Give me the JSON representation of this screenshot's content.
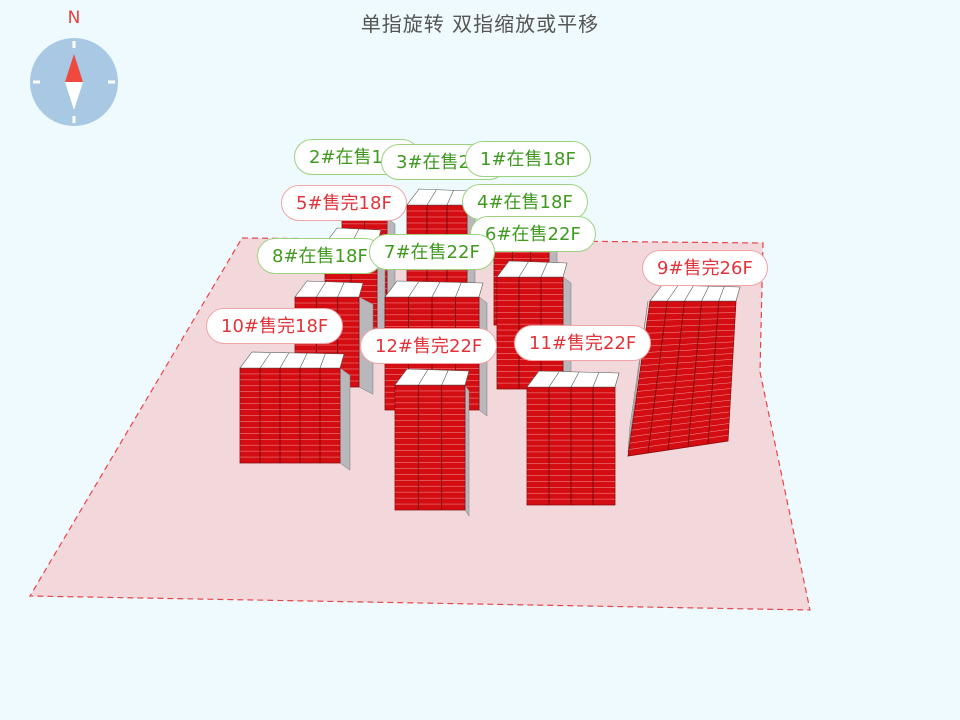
{
  "hint": "单指旋转 双指缩放或平移",
  "compass": {
    "north": "N",
    "colors": {
      "disc": "#a9c8e4",
      "north": "#f04a3e",
      "south": "#ffffff"
    }
  },
  "colors": {
    "background": "#eefafd",
    "site": "#f2d8db",
    "site_border": "#e8454a",
    "facade": "#d40d12",
    "roof": "#ffffff",
    "on_sale": "#3f9a1f",
    "sold_out": "#e0333a"
  },
  "buildings": [
    {
      "id": "building-2",
      "label": "2#在售18F",
      "status": "on_sale"
    },
    {
      "id": "building-3",
      "label": "3#在售22F",
      "status": "on_sale"
    },
    {
      "id": "building-1",
      "label": "1#在售18F",
      "status": "on_sale"
    },
    {
      "id": "building-5",
      "label": "5#售完18F",
      "status": "sold_out"
    },
    {
      "id": "building-4",
      "label": "4#在售18F",
      "status": "on_sale"
    },
    {
      "id": "building-6",
      "label": "6#在售22F",
      "status": "on_sale"
    },
    {
      "id": "building-8",
      "label": "8#在售18F",
      "status": "on_sale"
    },
    {
      "id": "building-7",
      "label": "7#在售22F",
      "status": "on_sale"
    },
    {
      "id": "building-9",
      "label": "9#售完26F",
      "status": "sold_out"
    },
    {
      "id": "building-10",
      "label": "10#售完18F",
      "status": "sold_out"
    },
    {
      "id": "building-12",
      "label": "12#售完22F",
      "status": "sold_out"
    },
    {
      "id": "building-11",
      "label": "11#售完22F",
      "status": "sold_out"
    }
  ]
}
